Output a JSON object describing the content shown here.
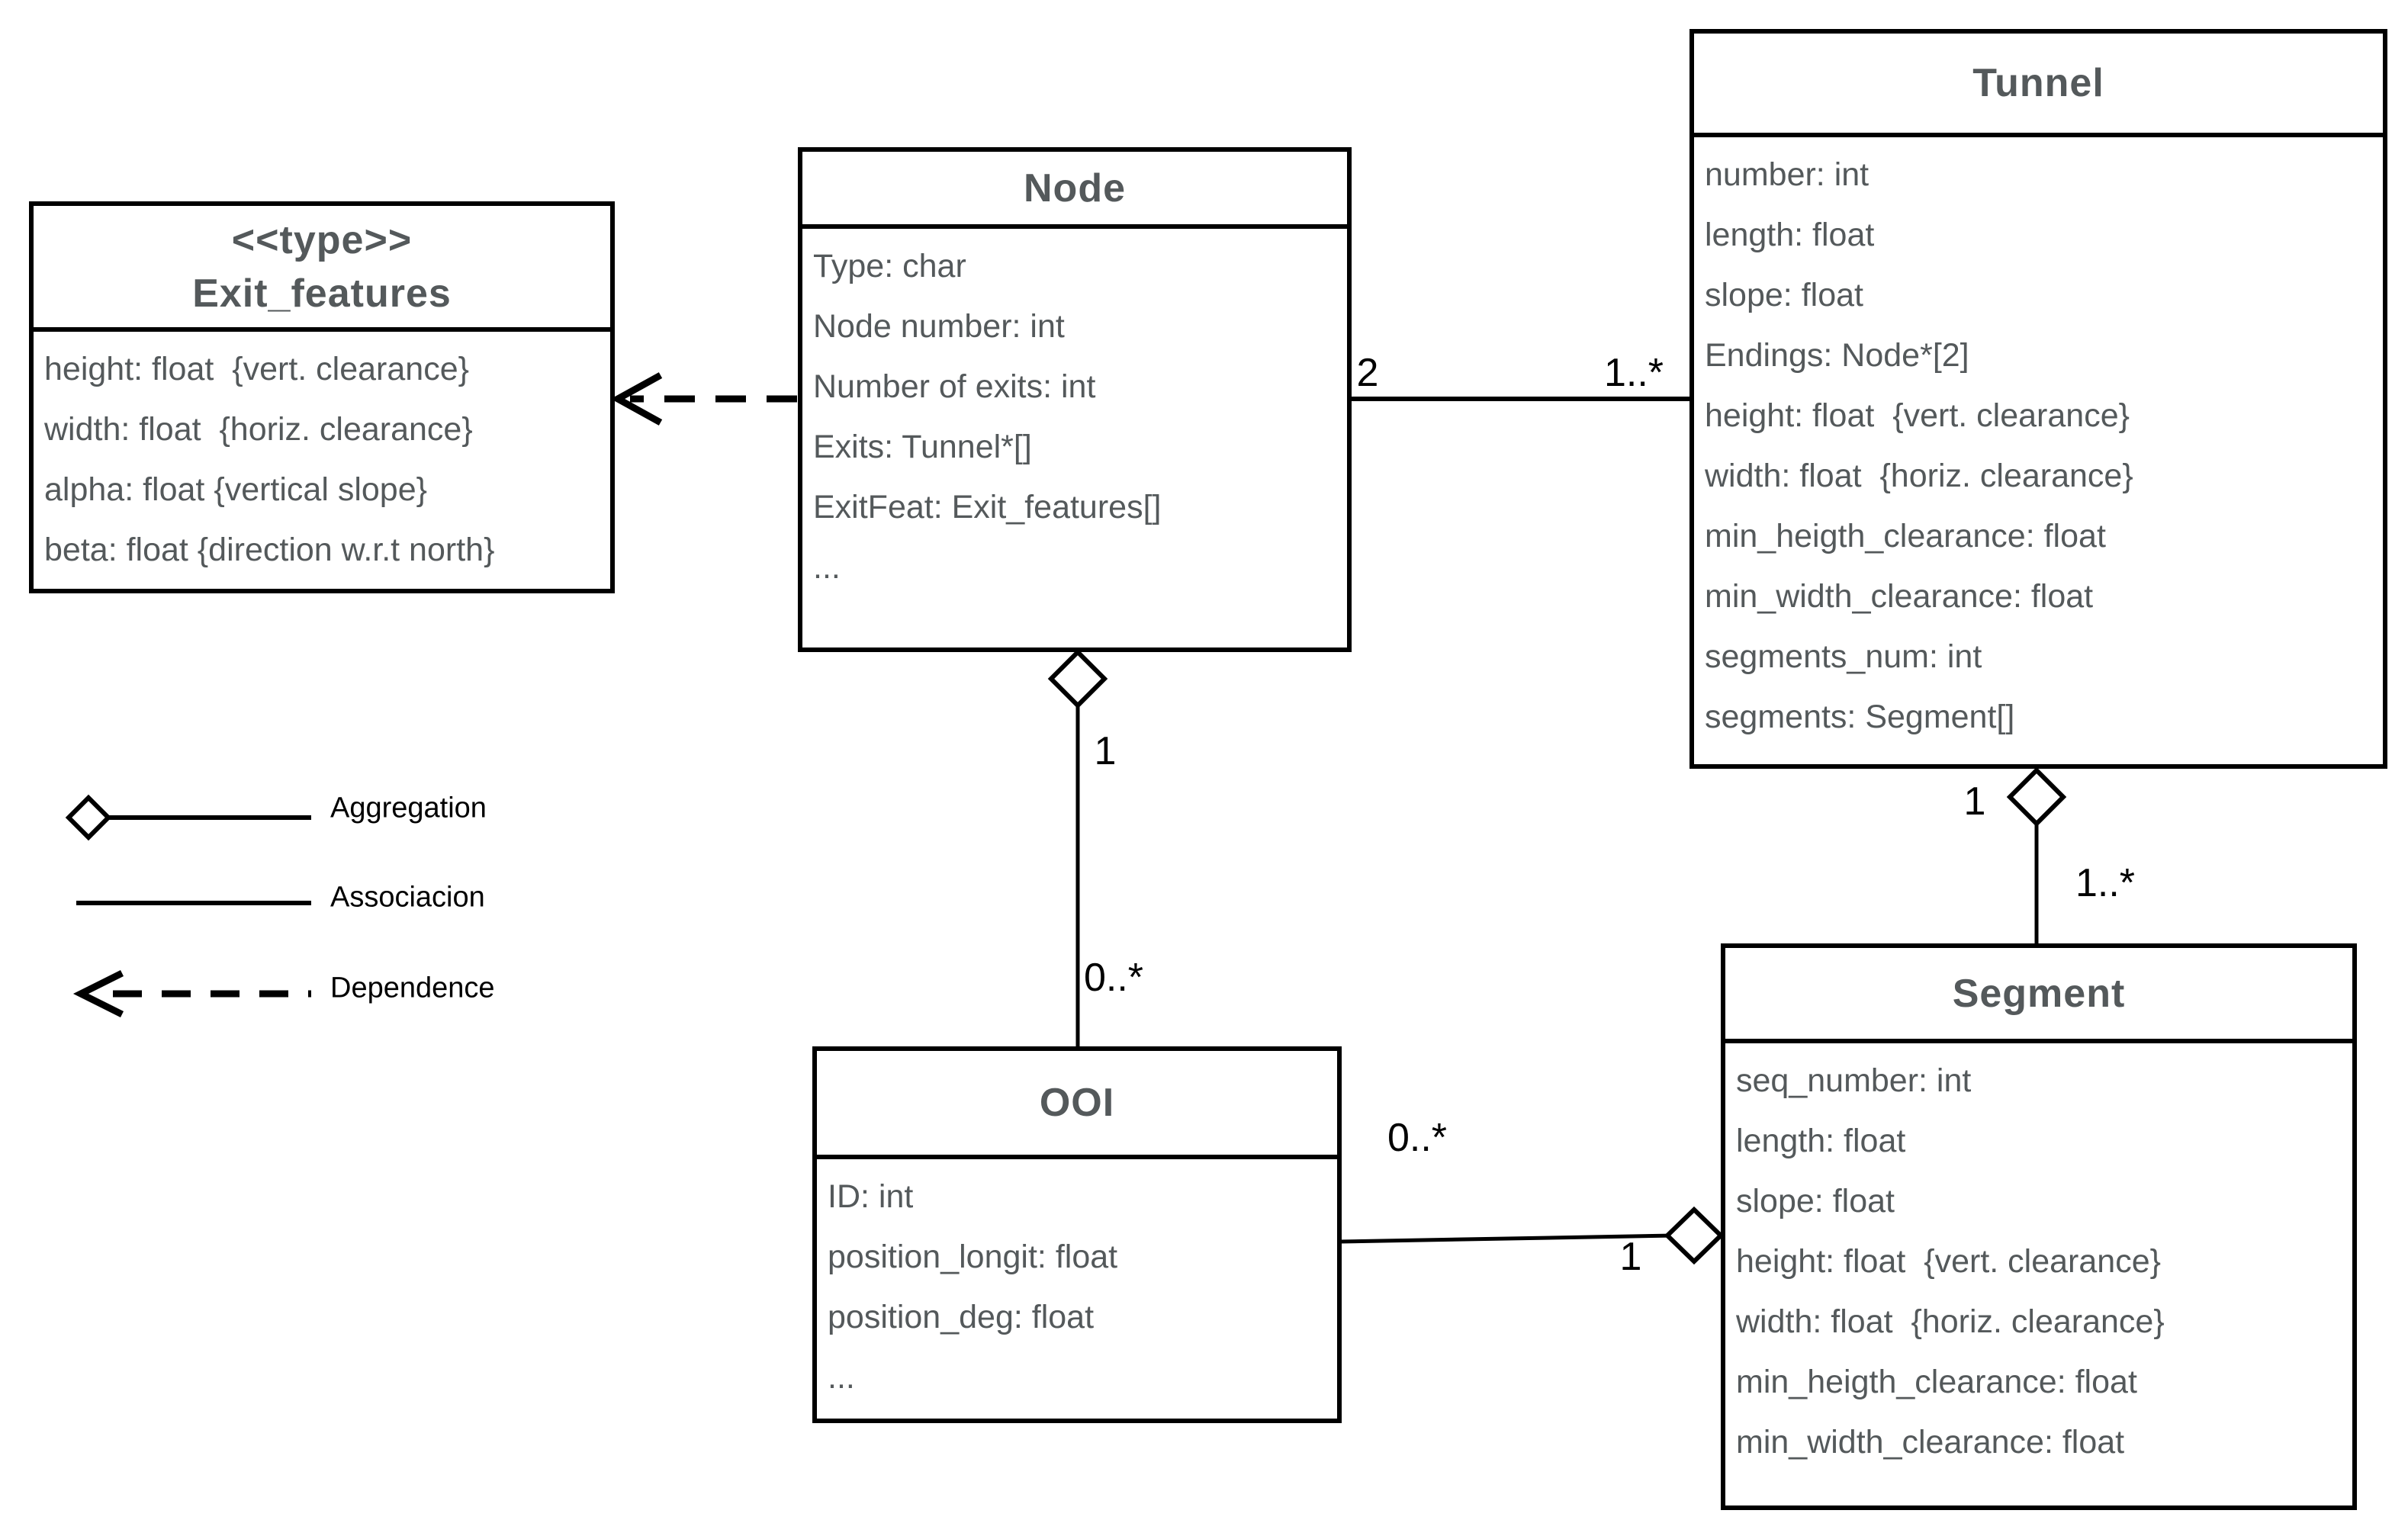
{
  "classes": {
    "exit_features": {
      "stereotype": "<<type>>",
      "name": "Exit_features",
      "attributes": [
        "height: float  {vert. clearance}",
        "width: float  {horiz. clearance}",
        "alpha: float {vertical slope}",
        "beta: float {direction w.r.t north}"
      ]
    },
    "node": {
      "name": "Node",
      "attributes": [
        "Type: char",
        "Node number: int",
        "Number of exits: int",
        "Exits: Tunnel*[]",
        "ExitFeat: Exit_features[]",
        "..."
      ]
    },
    "tunnel": {
      "name": "Tunnel",
      "attributes": [
        "number: int",
        "length: float",
        "slope: float",
        "Endings: Node*[2]",
        "height: float  {vert. clearance}",
        "width: float  {horiz. clearance}",
        "min_heigth_clearance: float",
        "min_width_clearance: float",
        "segments_num: int",
        "segments: Segment[]"
      ]
    },
    "ooi": {
      "name": "OOI",
      "attributes": [
        "ID: int",
        "position_longit: float",
        "position_deg: float",
        "..."
      ]
    },
    "segment": {
      "name": "Segment",
      "attributes": [
        "seq_number: int",
        "length: float",
        "slope: float",
        "height: float  {vert. clearance}",
        "width: float  {horiz. clearance}",
        "min_heigth_clearance: float",
        "min_width_clearance: float"
      ]
    }
  },
  "relationships": {
    "node_tunnel": {
      "type": "association",
      "node_end": "2",
      "tunnel_end": "1..*"
    },
    "node_ooi": {
      "type": "aggregation",
      "node_end": "1",
      "ooi_end": "0..*"
    },
    "tunnel_segment": {
      "type": "aggregation",
      "tunnel_end": "1",
      "segment_end": "1..*"
    },
    "ooi_segment": {
      "type": "aggregation",
      "segment_end": "1",
      "ooi_end": "0..*"
    },
    "node_exit_features": {
      "type": "dependence"
    }
  },
  "legend": {
    "aggregation": "Aggregation",
    "association": "Associacion",
    "dependence": "Dependence"
  },
  "colors": {
    "border": "#000000",
    "class_text": "#54595b",
    "label_text": "#000000",
    "background": "#ffffff"
  }
}
